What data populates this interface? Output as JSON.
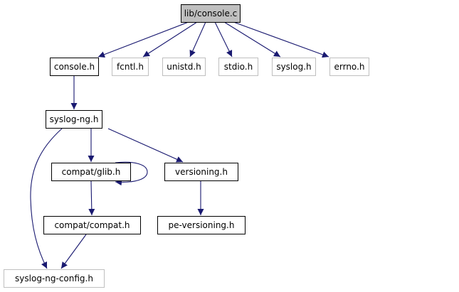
{
  "graph": {
    "edge_color": "#191970",
    "root": {
      "label": "lib/console.c",
      "fill": "#bfbfbf"
    },
    "nodes": {
      "console_h": "console.h",
      "fcntl_h": "fcntl.h",
      "unistd_h": "unistd.h",
      "stdio_h": "stdio.h",
      "syslog_h": "syslog.h",
      "errno_h": "errno.h",
      "syslog_ng_h": "syslog-ng.h",
      "compat_glib_h": "compat/glib.h",
      "versioning_h": "versioning.h",
      "compat_compat_h": "compat/compat.h",
      "pe_versioning_h": "pe-versioning.h",
      "syslog_ng_config_h": "syslog-ng-config.h"
    },
    "edges": [
      [
        "lib/console.c",
        "console.h"
      ],
      [
        "lib/console.c",
        "fcntl.h"
      ],
      [
        "lib/console.c",
        "unistd.h"
      ],
      [
        "lib/console.c",
        "stdio.h"
      ],
      [
        "lib/console.c",
        "syslog.h"
      ],
      [
        "lib/console.c",
        "errno.h"
      ],
      [
        "console.h",
        "syslog-ng.h"
      ],
      [
        "syslog-ng.h",
        "compat/glib.h"
      ],
      [
        "syslog-ng.h",
        "versioning.h"
      ],
      [
        "syslog-ng.h",
        "syslog-ng-config.h"
      ],
      [
        "compat/glib.h",
        "compat/glib.h"
      ],
      [
        "compat/glib.h",
        "compat/compat.h"
      ],
      [
        "versioning.h",
        "pe-versioning.h"
      ],
      [
        "compat/compat.h",
        "syslog-ng-config.h"
      ]
    ]
  }
}
